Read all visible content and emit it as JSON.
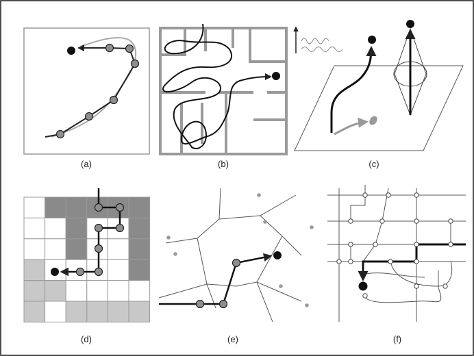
{
  "panels": [
    {
      "id": "a",
      "label": "(a)"
    },
    {
      "id": "b",
      "label": "(b)"
    },
    {
      "id": "c",
      "label": "(c)"
    },
    {
      "id": "d",
      "label": "(d)"
    },
    {
      "id": "e",
      "label": "(e)"
    },
    {
      "id": "f",
      "label": "(f)"
    }
  ],
  "colors": {
    "line": "#222222",
    "frame": "#9a9a9a",
    "node_fill": "#8e8e8e",
    "dark_cell": "#8a8a8a",
    "light_cell": "#c8c8c8",
    "seed": "#9a9a9a"
  }
}
